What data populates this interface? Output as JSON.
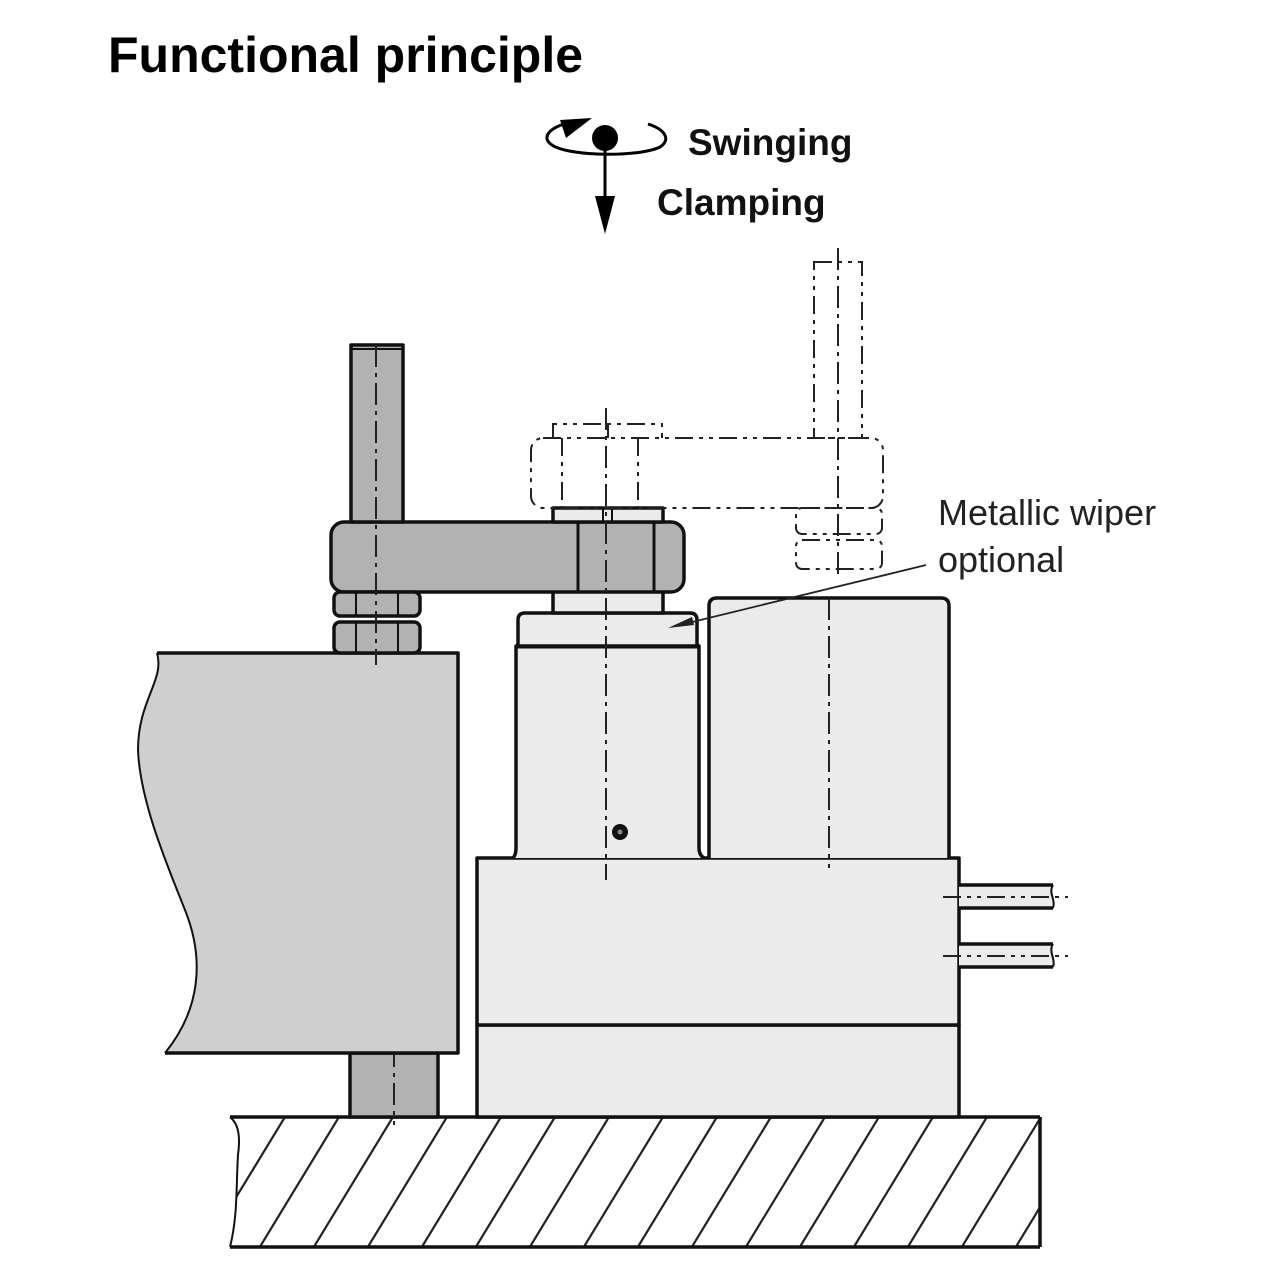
{
  "title": "Functional principle",
  "motion": {
    "swinging_label": "Swinging",
    "clamping_label": "Clamping",
    "swing_icon": "rotation-arrow-icon",
    "clamp_icon": "down-arrow-icon"
  },
  "callout": {
    "line1": "Metallic wiper",
    "line2": "optional"
  },
  "colors": {
    "clamp_arm": "#b2b2b2",
    "workpiece": "#cfcfcf",
    "cylinder_body": "#ebebeb",
    "line": "#111111"
  }
}
